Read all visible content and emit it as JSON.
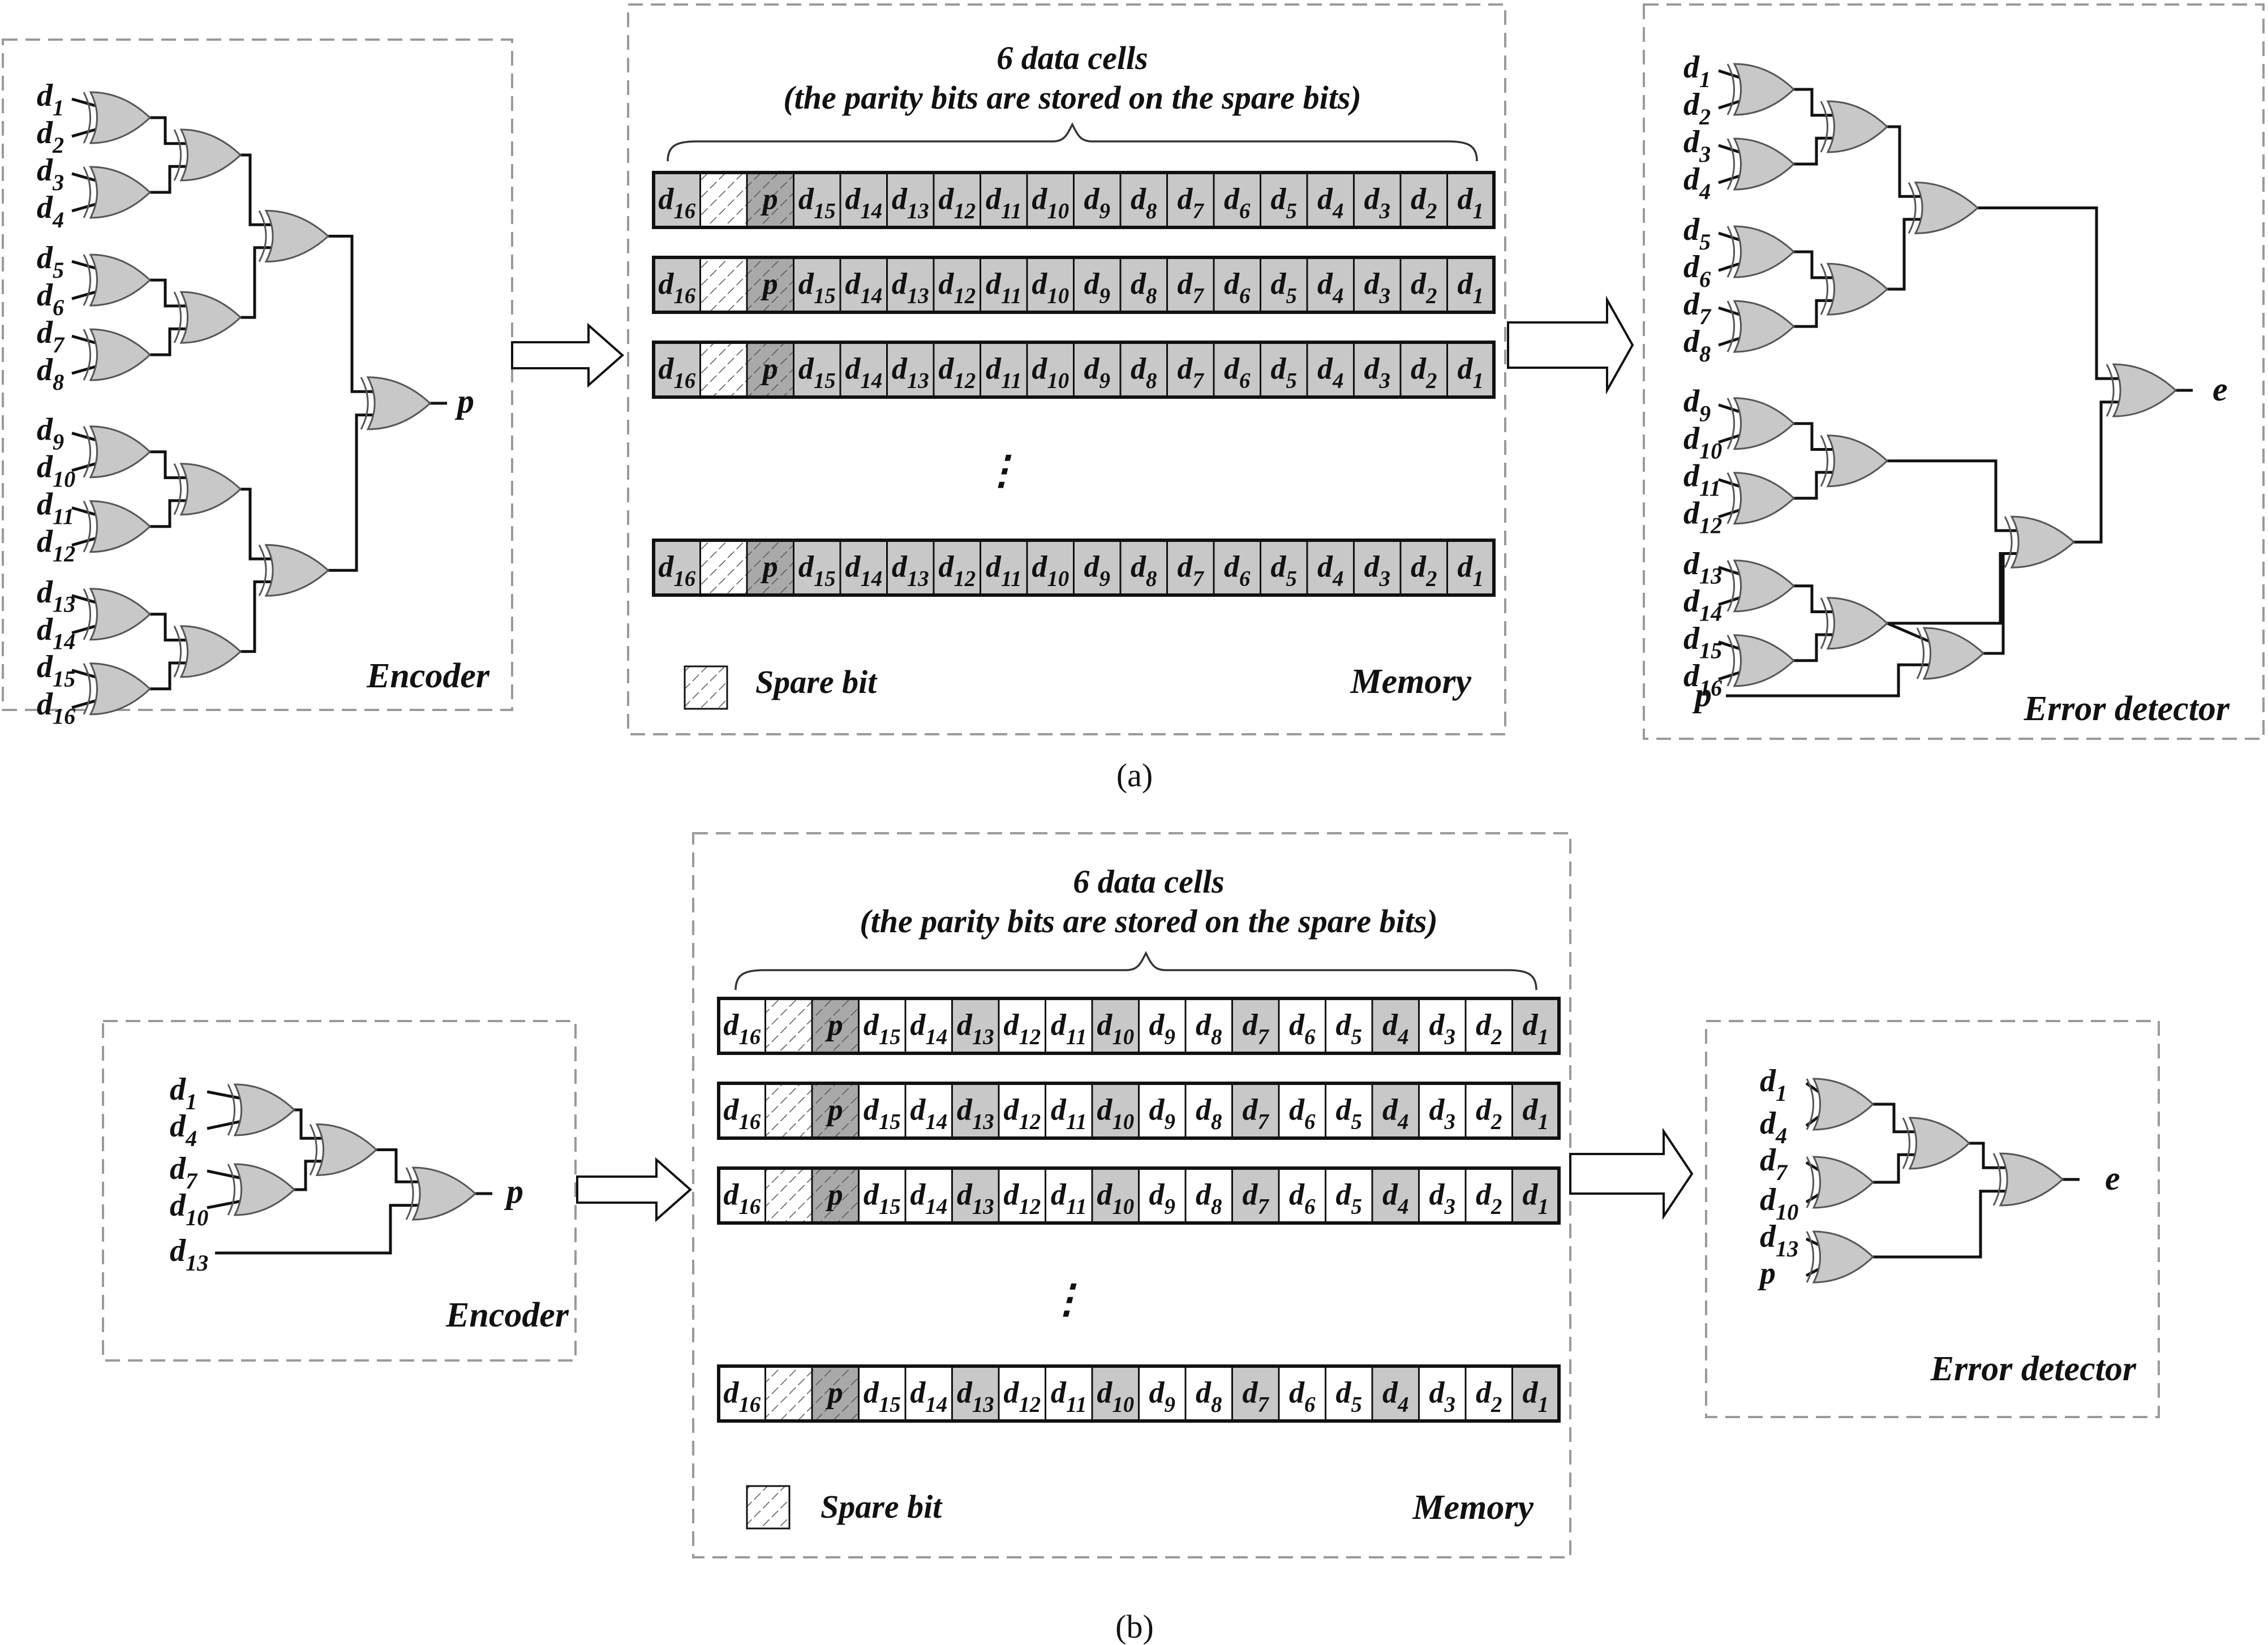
{
  "panel_a": {
    "caption": "(a)",
    "encoder": {
      "title": "Encoder",
      "inputs": [
        "d1",
        "d2",
        "d3",
        "d4",
        "d5",
        "d6",
        "d7",
        "d8",
        "d9",
        "d10",
        "d11",
        "d12",
        "d13",
        "d14",
        "d15",
        "d16"
      ],
      "output": "p"
    },
    "memory": {
      "title": "Memory",
      "heading_line1": "6 data cells",
      "heading_line2": "(the parity bits are stored on the spare bits)",
      "cells": [
        "d16",
        "",
        "p",
        "d15",
        "d14",
        "d13",
        "d12",
        "d11",
        "d10",
        "d9",
        "d8",
        "d7",
        "d6",
        "d5",
        "d4",
        "d3",
        "d2",
        "d1"
      ],
      "ellipsis": "⋮",
      "legend": "Spare bit"
    },
    "detector": {
      "title": "Error detector",
      "inputs": [
        "d1",
        "d2",
        "d3",
        "d4",
        "d5",
        "d6",
        "d7",
        "d8",
        "d9",
        "d10",
        "d11",
        "d12",
        "d13",
        "d14",
        "d15",
        "d16",
        "p"
      ],
      "output": "e"
    }
  },
  "panel_b": {
    "caption": "(b)",
    "encoder": {
      "title": "Encoder",
      "inputs": [
        "d1",
        "d4",
        "d7",
        "d10",
        "d13"
      ],
      "output": "p"
    },
    "memory": {
      "title": "Memory",
      "heading_line1": "6 data cells",
      "heading_line2": "(the parity bits are stored on the spare bits)",
      "cells": [
        "d16",
        "",
        "p",
        "d15",
        "d14",
        "d13",
        "d12",
        "d11",
        "d10",
        "d9",
        "d8",
        "d7",
        "d6",
        "d5",
        "d4",
        "d3",
        "d2",
        "d1"
      ],
      "shaded_cells": [
        "d13",
        "d10",
        "d7",
        "d4",
        "d1"
      ],
      "ellipsis": "⋮",
      "legend": "Spare bit"
    },
    "detector": {
      "title": "Error detector",
      "inputs": [
        "d1",
        "d4",
        "d7",
        "d10",
        "d13",
        "p"
      ],
      "output": "e"
    }
  },
  "colors": {
    "cell_shade": "#c8c8c8",
    "gate_fill": "#c8c8c8",
    "frame": "#9a9a9a",
    "ink": "#111111"
  }
}
